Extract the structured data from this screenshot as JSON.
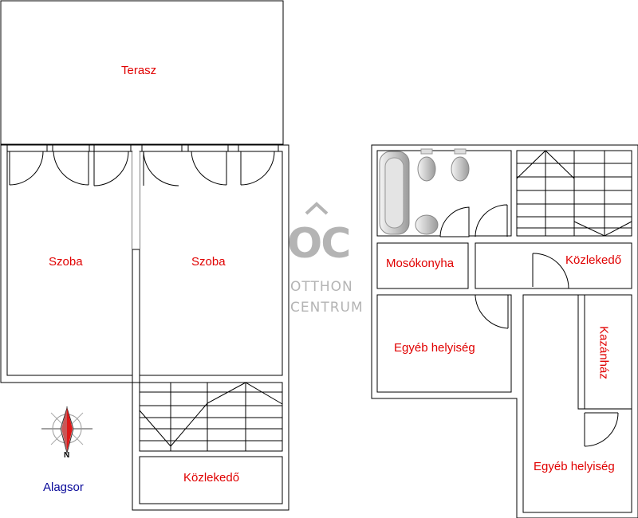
{
  "rooms": {
    "terrace": "Terasz",
    "room_left": "Szoba",
    "room_right": "Szoba",
    "corridor_left": "Közlekedő",
    "laundry": "Mosókonyha",
    "corridor_right": "Közlekedő",
    "other_room_1": "Egyéb helyiség",
    "boiler_room": "Kazánház",
    "other_room_2": "Egyéb helyiség"
  },
  "floor_name": "Alagsor",
  "compass": {
    "north_label": "N"
  },
  "watermark": {
    "logo_letters": "OC",
    "line1": "OTTHON",
    "line2": "CENTRUM"
  },
  "colors": {
    "wall": "#ffffff",
    "outline": "#000000",
    "room_label": "#e00000",
    "floor_label": "#0a0a9a",
    "watermark": "#b4b4b4",
    "compass_red": "#e01818"
  }
}
